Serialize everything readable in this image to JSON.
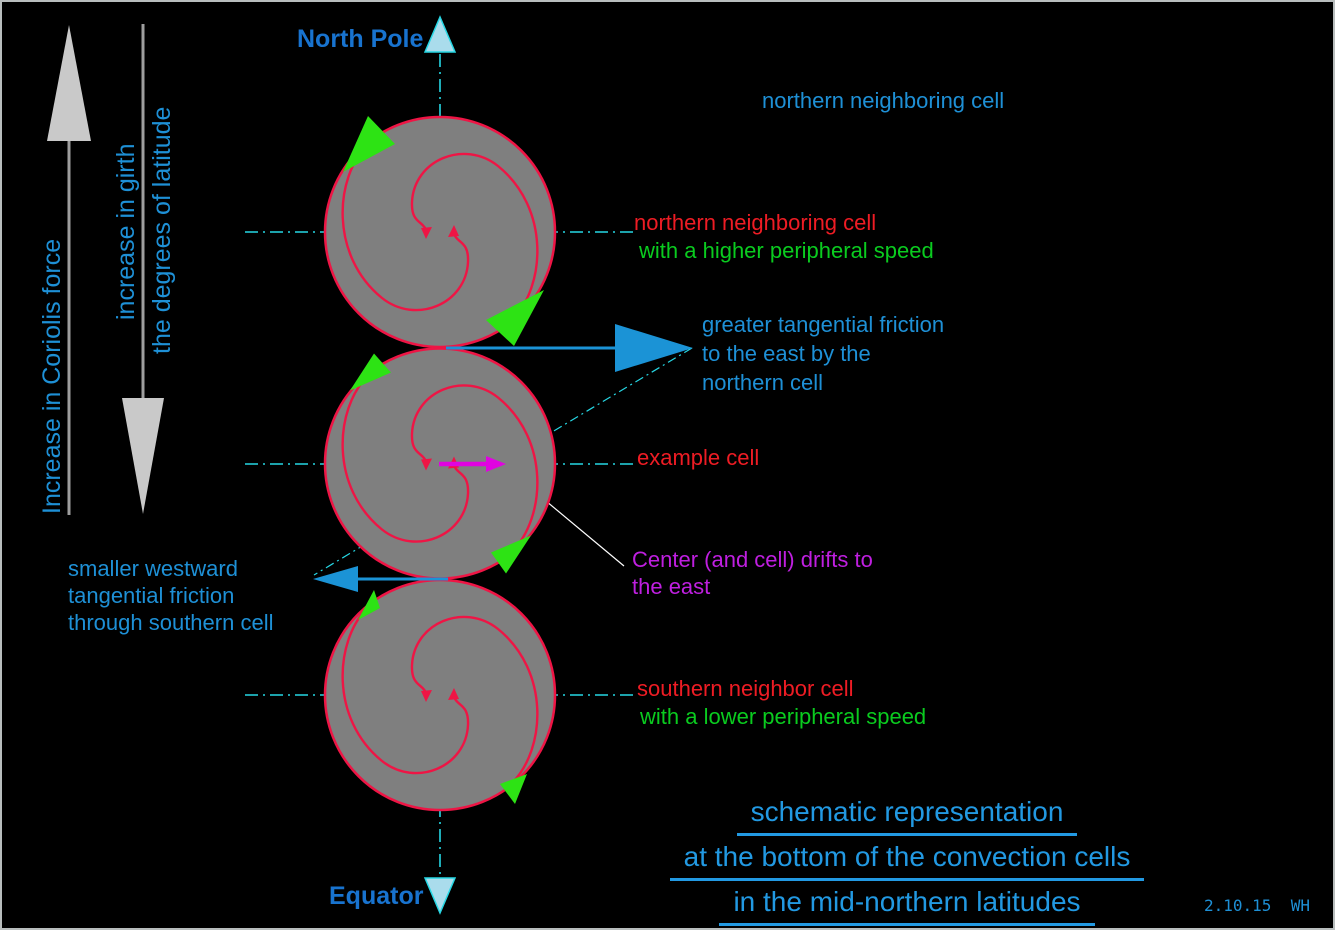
{
  "palette": {
    "background": "#000000",
    "frame_gray": "#b8bdbd",
    "label_blue": "#1e90d6",
    "pole_blue": "#1873cf",
    "title_blue": "#2299e2",
    "text_red": "#ee1c24",
    "cell_outline_red": "#ee1545",
    "text_green": "#0acb1f",
    "rotation_arrow_green": "#2de314",
    "text_magenta": "#bf1fe0",
    "drift_arrow_magenta": "#e004e0",
    "guide_line_cyan": "#26d7e4",
    "pole_arrow_fill": "#aadcec",
    "cell_gray": "#7f7f7f",
    "scale_arrow_gray": "#c9c9c9",
    "drift_pointer_white": "#ffffff",
    "friction_arrow_blue": "#1b93d6"
  },
  "poles": {
    "north": "North Pole",
    "south": "Equator"
  },
  "left_scales": {
    "coriolis": "Increase in Coriolis force",
    "girth": "increase in girth",
    "latitude": "the degrees of latitude"
  },
  "labels": {
    "northern_cell_top": "northern neighboring cell",
    "northern_cell": "northern neighboring cell",
    "northern_speed": "with a higher peripheral speed",
    "east_friction_1": "greater tangential friction",
    "east_friction_2": "to the east by the",
    "east_friction_3": "northern cell",
    "example_cell": "example cell",
    "drift_1": "Center (and cell) drifts to",
    "drift_2": "the east",
    "west_friction_1": "smaller westward",
    "west_friction_2": "tangential friction",
    "west_friction_3": "through southern cell",
    "southern_cell": "southern neighbor cell",
    "southern_speed": "with a lower peripheral speed"
  },
  "title": {
    "line1": "schematic representation",
    "line2": "at the bottom of the convection cells",
    "line3": "in the mid-northern latitudes"
  },
  "signature": "2.10.15  WH"
}
